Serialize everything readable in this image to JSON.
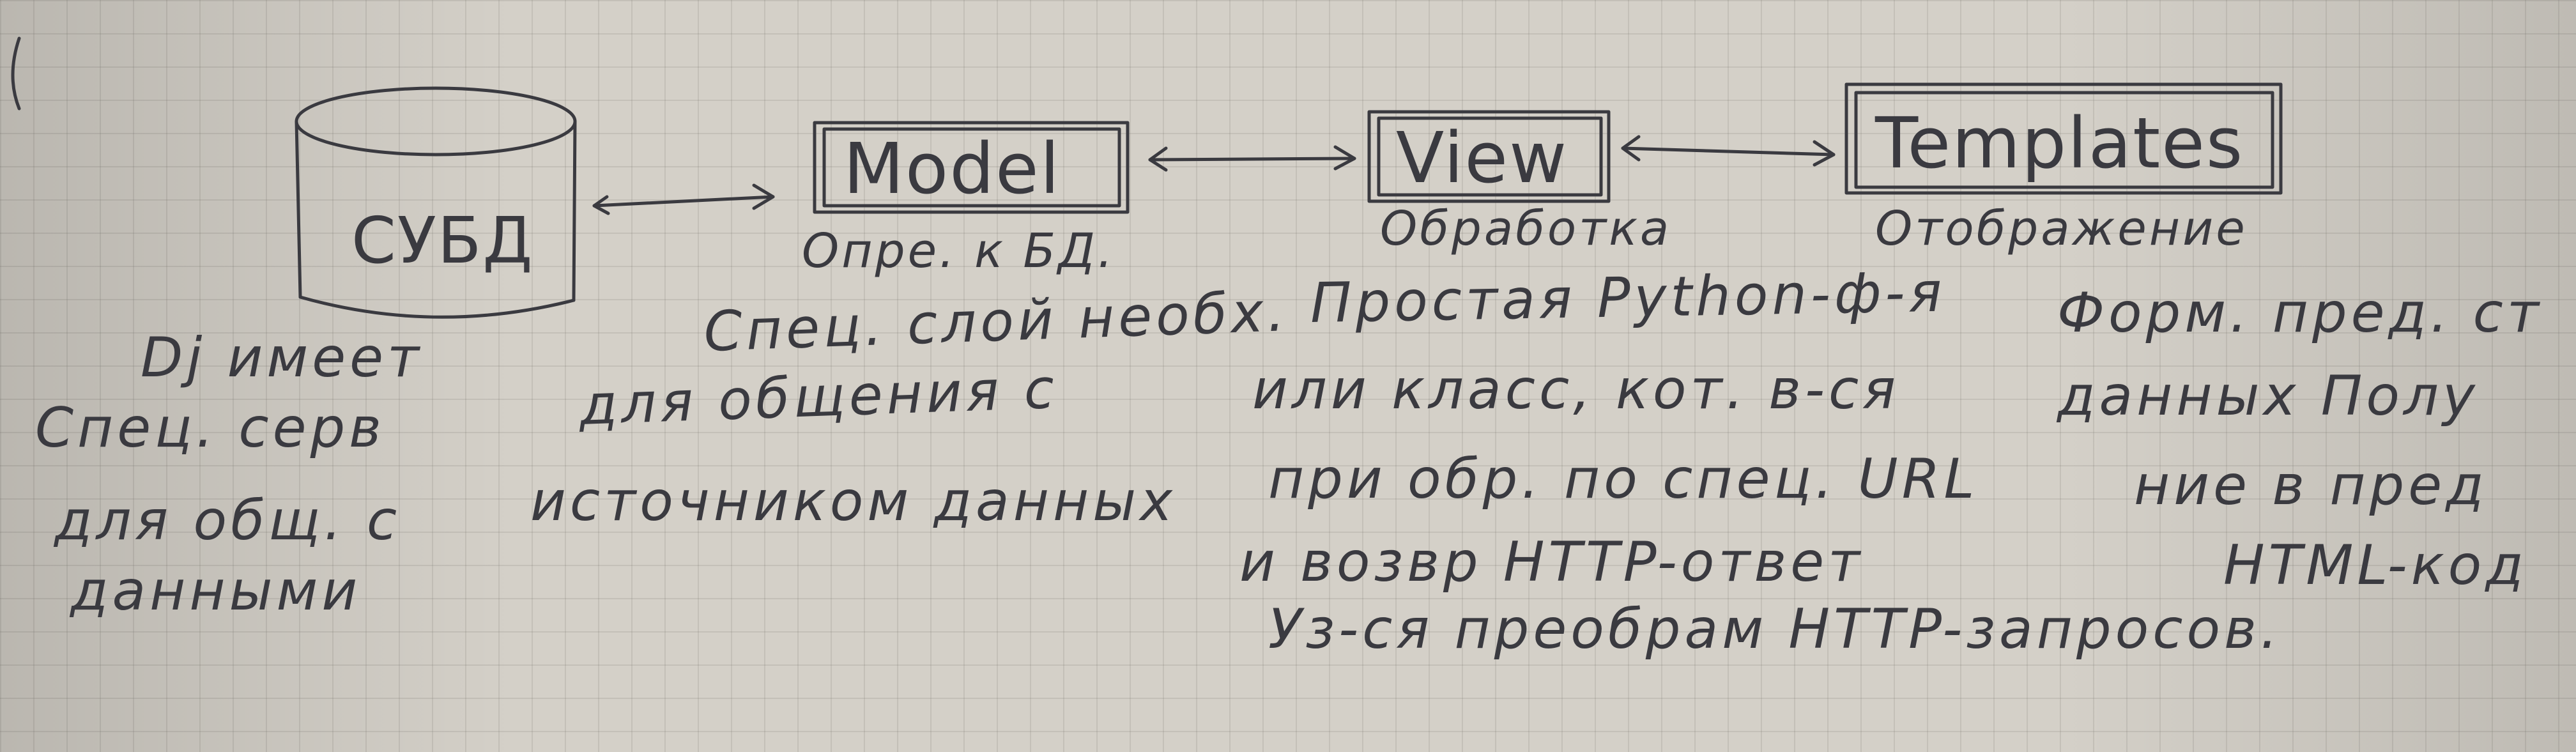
{
  "nodes": {
    "db": {
      "label": "СУБД"
    },
    "model": {
      "label": "Model"
    },
    "view": {
      "label": "View"
    },
    "templates": {
      "label": "Templates"
    }
  },
  "captions": {
    "model": "Опре. к БД.",
    "view": "Обработка",
    "templates": "Отображение"
  },
  "notes": {
    "db": [
      "Dj имеет",
      "Спец. серв",
      "для общ. с",
      "данными"
    ],
    "model": [
      "Спец. слой необх.",
      "для общения с",
      "источником данных"
    ],
    "view": [
      "Простая Python-ф-я",
      "или класс, кот. в-ся",
      "при обр. по спец. URL",
      "и возвр HTTP-ответ",
      "Уз-ся преобрaм HTTP-запросов."
    ],
    "templates": [
      "Форм. пред. ст",
      "данных Полу",
      "ние в пред",
      "HTML-код"
    ]
  },
  "colors": {
    "ink": "#3a3a40",
    "paper": "#d4d0c8",
    "grid": "#a9a59c"
  }
}
